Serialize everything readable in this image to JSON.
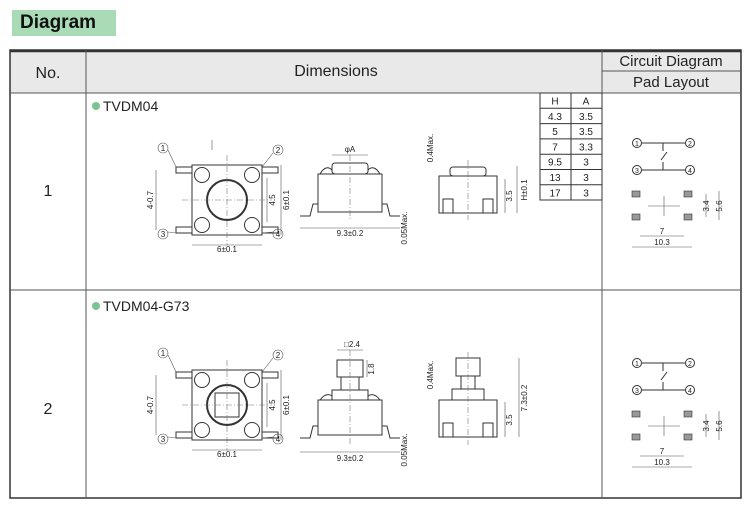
{
  "section_title": "Diagram",
  "header": {
    "no": "No.",
    "dimensions": "Dimensions",
    "circuit": "Circuit Diagram",
    "pad": "Pad Layout"
  },
  "accent_color": "#a9dbb6",
  "bullet_color": "#7cc48f",
  "rows": [
    {
      "no": "1",
      "model": "TVDM04",
      "dims": {
        "pins": "4-0.7",
        "inner": "4.5",
        "side": "6±0.1",
        "width": "6±0.1",
        "cap": "φA",
        "length": "9.3±0.2",
        "flat": "0.05Max.",
        "top": "0.4Max.",
        "body_h": "3.5",
        "total_h": "H±0.1"
      }
    },
    {
      "no": "2",
      "model": "TVDM04-G73",
      "dims": {
        "pins": "4-0.7",
        "inner": "4.5",
        "side": "6±0.1",
        "width": "6±0.1",
        "cap": "□2.4",
        "cap_h": "1.8",
        "length": "9.3±0.2",
        "flat": "0.05Max.",
        "top": "0.4Max.",
        "body_h": "3.5",
        "total_h": "7.3±0.2"
      }
    }
  ],
  "ha_table": {
    "headers": [
      "H",
      "A"
    ],
    "rows": [
      [
        "4.3",
        "3.5"
      ],
      [
        "5",
        "3.5"
      ],
      [
        "7",
        "3.3"
      ],
      [
        "9.5",
        "3"
      ],
      [
        "13",
        "3"
      ],
      [
        "17",
        "3"
      ]
    ]
  },
  "pins": [
    "1",
    "2",
    "3",
    "4"
  ],
  "pad_dims": {
    "pitch_v": "3.4",
    "outer_v": "5.6",
    "pitch_h": "7",
    "outer_h": "10.3"
  }
}
